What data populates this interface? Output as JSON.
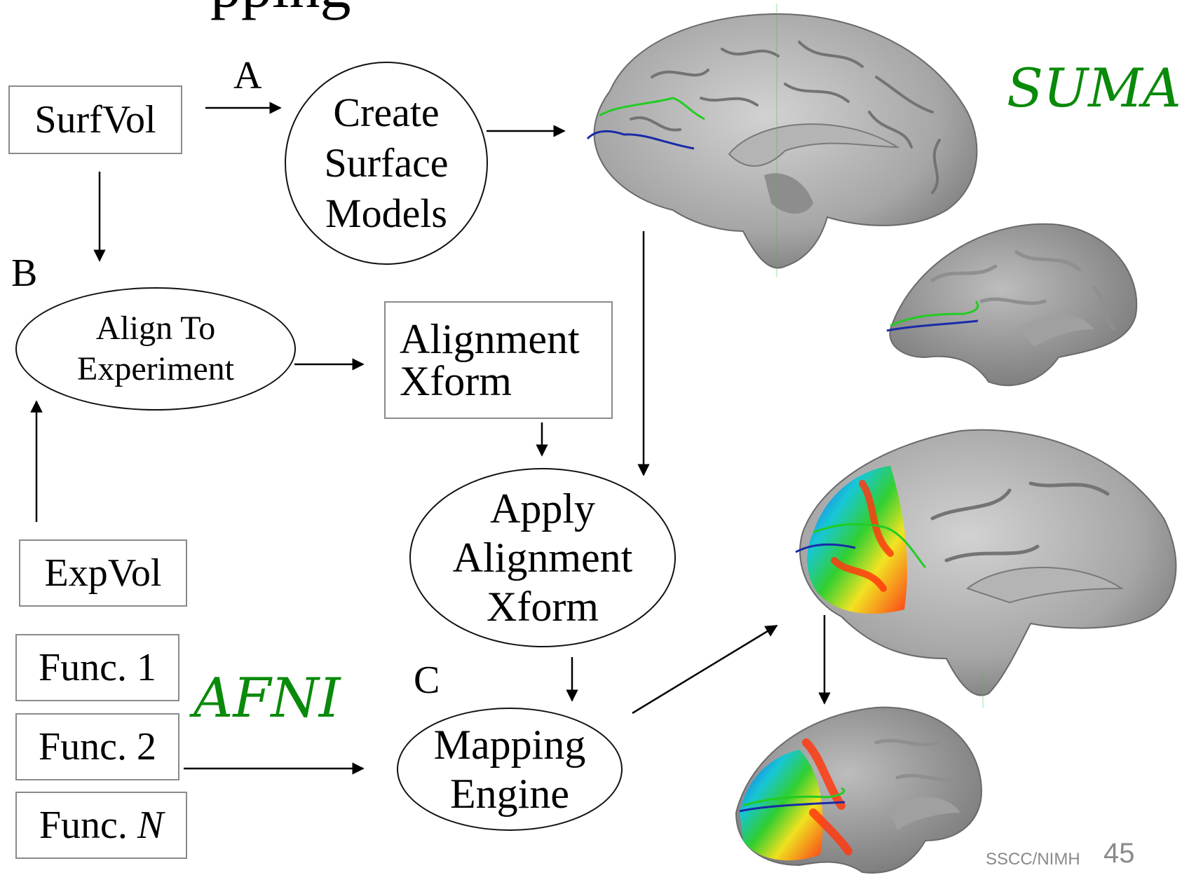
{
  "title_fragment": "pping",
  "software": {
    "suma": "SUMA",
    "afni": "AFNI"
  },
  "letters": {
    "a": "A",
    "b": "B",
    "c": "C"
  },
  "boxes": {
    "surfvol": "SurfVol",
    "alignment_xform": [
      "Alignment",
      "Xform"
    ],
    "expvol": "ExpVol",
    "func1": "Func. 1",
    "func2": "Func. 2",
    "funcn_prefix": "Func. ",
    "funcn_var": "N"
  },
  "ellipses": {
    "create_surface": [
      "Create",
      "Surface",
      "Models"
    ],
    "align_to_experiment": [
      "Align To",
      "Experiment"
    ],
    "apply_alignment": [
      "Apply",
      "Alignment",
      "Xform"
    ],
    "mapping_engine": [
      "Mapping",
      "Engine"
    ]
  },
  "footer": {
    "org": "SSCC/NIMH",
    "page": "45"
  },
  "colors": {
    "software_label": "#0a8a0a",
    "surface": "#9a9a9a",
    "trace_green": "#22cc22",
    "trace_blue": "#1a2aa8"
  }
}
